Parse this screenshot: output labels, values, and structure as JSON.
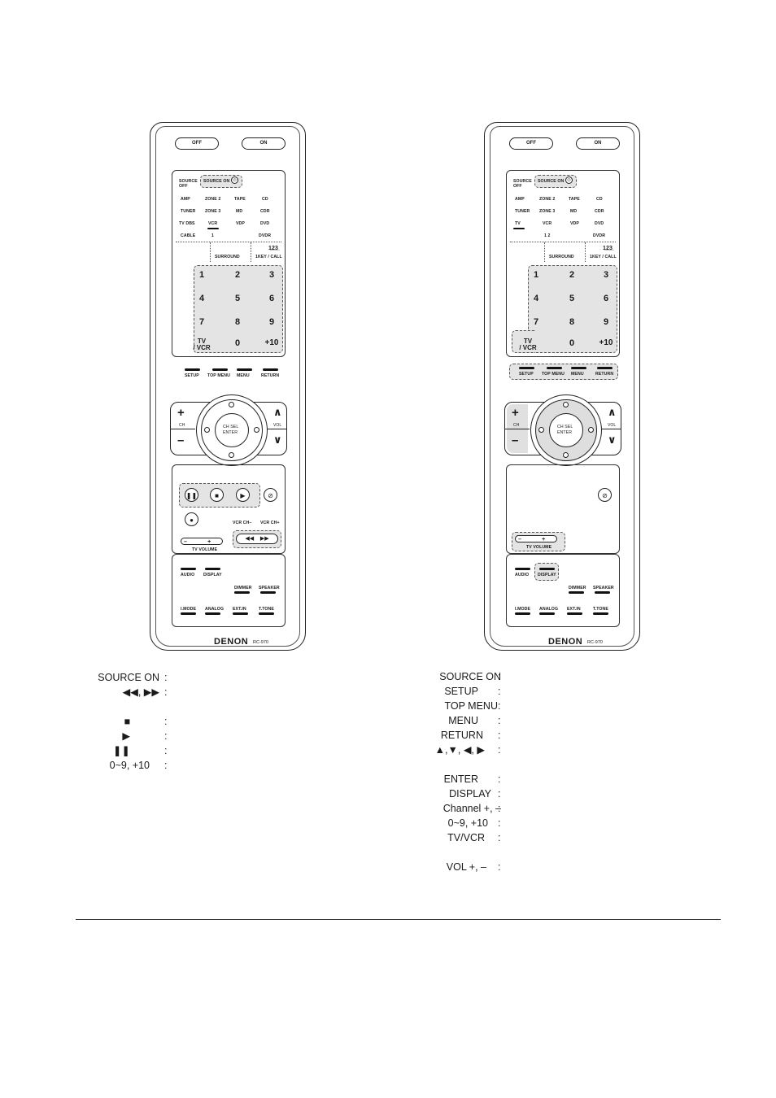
{
  "remote_left": {
    "power": {
      "off": "OFF",
      "on": "ON"
    },
    "source_off": "SOURCE\nOFF",
    "source_on": "SOURCE ON",
    "sources": [
      [
        "AMP",
        "ZONE 2",
        "TAPE",
        "CD"
      ],
      [
        "TUNER",
        "ZONE 3",
        "MD",
        "CDR"
      ],
      [
        "TV DBS",
        "VCR",
        "VDP",
        "DVD"
      ],
      [
        "CABLE",
        "1",
        "",
        "DVDR"
      ]
    ],
    "surround": "SURROUND",
    "onekey": "1KEY / CALL",
    "digits": [
      "1",
      "2",
      "3",
      "4",
      "5",
      "6",
      "7",
      "8",
      "9",
      "0",
      "+10"
    ],
    "tvvcr": "TV\n/ VCR",
    "menu_row": [
      "SETUP",
      "TOP MENU",
      "MENU",
      "RETURN"
    ],
    "ch_label": "CH",
    "vol_label": "VOL",
    "ch_sel": "CH SEL",
    "enter": "ENTER",
    "vcr_ch_minus": "VCR CH–",
    "vcr_ch_plus": "VCR CH+",
    "tv_volume": "TV VOLUME",
    "bottom_row1": [
      "AUDIO",
      "DISPLAY"
    ],
    "bottom_row2": [
      "DIMMER",
      "SPEAKER"
    ],
    "bottom_row3": [
      "I.MODE",
      "ANALOG",
      "EXT.IN",
      "T.TONE"
    ],
    "brand": "DENON",
    "model": "RC-970"
  },
  "remote_right": {
    "sources": [
      [
        "AMP",
        "ZONE 2",
        "TAPE",
        "CD"
      ],
      [
        "TUNER",
        "ZONE 3",
        "MD",
        "CDR"
      ],
      [
        "TV",
        "VCR",
        "VDP",
        "DVD"
      ],
      [
        "",
        "1 2",
        "",
        "DVDR"
      ]
    ]
  },
  "legend_left": [
    {
      "label": "SOURCE ON",
      "colon": ":"
    },
    {
      "label": "◀◀, ▶▶",
      "colon": ":"
    },
    {
      "label": "",
      "colon": ""
    },
    {
      "label": "■",
      "colon": ":"
    },
    {
      "label": "▶",
      "colon": ":"
    },
    {
      "label": "❚❚",
      "colon": ":"
    },
    {
      "label": "0~9, +10",
      "colon": ":"
    }
  ],
  "legend_right": [
    {
      "label": "SOURCE ON",
      "colon": ":"
    },
    {
      "label": "SETUP",
      "colon": ":"
    },
    {
      "label": "TOP MENU",
      "colon": ":"
    },
    {
      "label": "MENU",
      "colon": ":"
    },
    {
      "label": "RETURN",
      "colon": ":"
    },
    {
      "label": "▲,▼, ◀, ▶",
      "colon": ":"
    },
    {
      "label": "",
      "colon": ""
    },
    {
      "label": "ENTER",
      "colon": ":"
    },
    {
      "label": "DISPLAY",
      "colon": ":"
    },
    {
      "label": "Channel +, –",
      "colon": ":"
    },
    {
      "label": "0~9, +10",
      "colon": ":"
    },
    {
      "label": "TV/VCR",
      "colon": ":"
    },
    {
      "label": "",
      "colon": ""
    },
    {
      "label": "VOL +, –",
      "colon": ":"
    }
  ]
}
